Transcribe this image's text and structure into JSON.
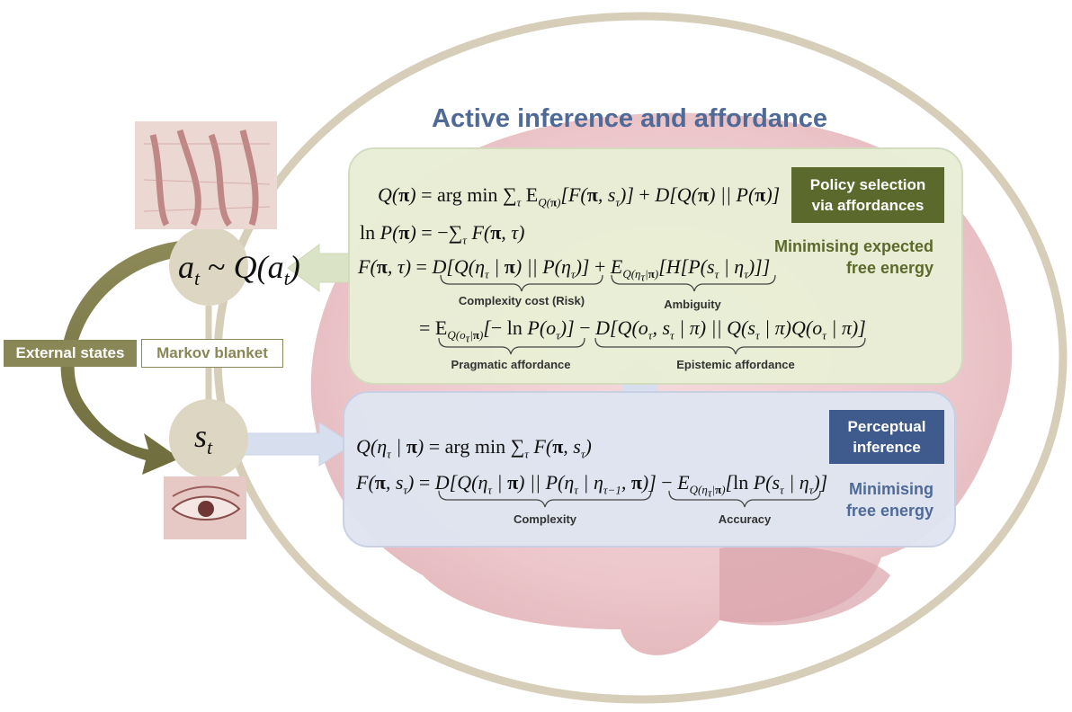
{
  "title": "Active inference and affordance",
  "policy": {
    "tag_line1": "Policy selection",
    "tag_line2": "via affordances",
    "heading_line1": "Minimising expected",
    "heading_line2": "free energy",
    "brace_complexity_cost": "Complexity cost (Risk)",
    "brace_ambiguity": "Ambiguity",
    "brace_pragmatic": "Pragmatic affordance",
    "brace_epistemic": "Epistemic affordance"
  },
  "perception": {
    "tag_line1": "Perceptual",
    "tag_line2": "inference",
    "heading_line1": "Minimising",
    "heading_line2": "free energy",
    "brace_complexity": "Complexity",
    "brace_accuracy": "Accuracy"
  },
  "left": {
    "external_states": "External states",
    "markov_blanket": "Markov blanket"
  },
  "colors": {
    "title": "#4f6a97",
    "policy_box": "#e9efd6",
    "policy_tag": "#5b6a2c",
    "perception_box": "#dfe5f1",
    "perception_tag": "#3f5a8c",
    "olive": "#8a8756",
    "node_fill": "#ddd6c2"
  }
}
